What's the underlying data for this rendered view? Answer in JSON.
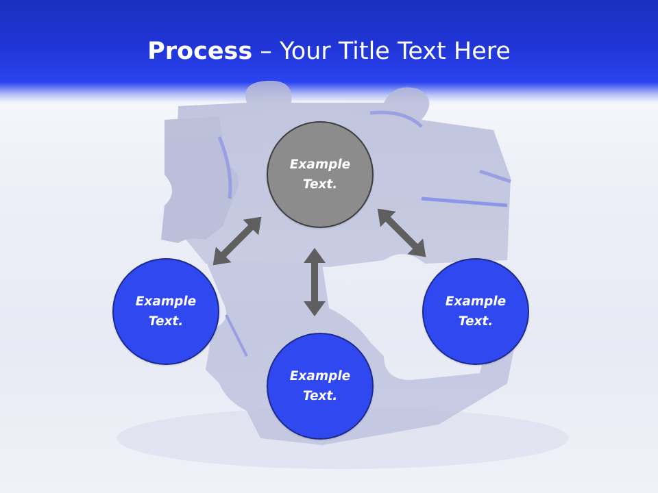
{
  "slide": {
    "title_bold": "Process",
    "title_separator": " – ",
    "title_rest": "Your Title Text Here"
  },
  "nodes": {
    "top": {
      "line1": "Example",
      "line2": "Text."
    },
    "left": {
      "line1": "Example",
      "line2": "Text."
    },
    "right": {
      "line1": "Example",
      "line2": "Text."
    },
    "bottom": {
      "line1": "Example",
      "line2": "Text."
    }
  },
  "colors": {
    "header_blue": "#2035d6",
    "node_blue": "#3048f0",
    "node_gray": "#8c8c8c",
    "arrow_gray": "#5f5f5f"
  }
}
